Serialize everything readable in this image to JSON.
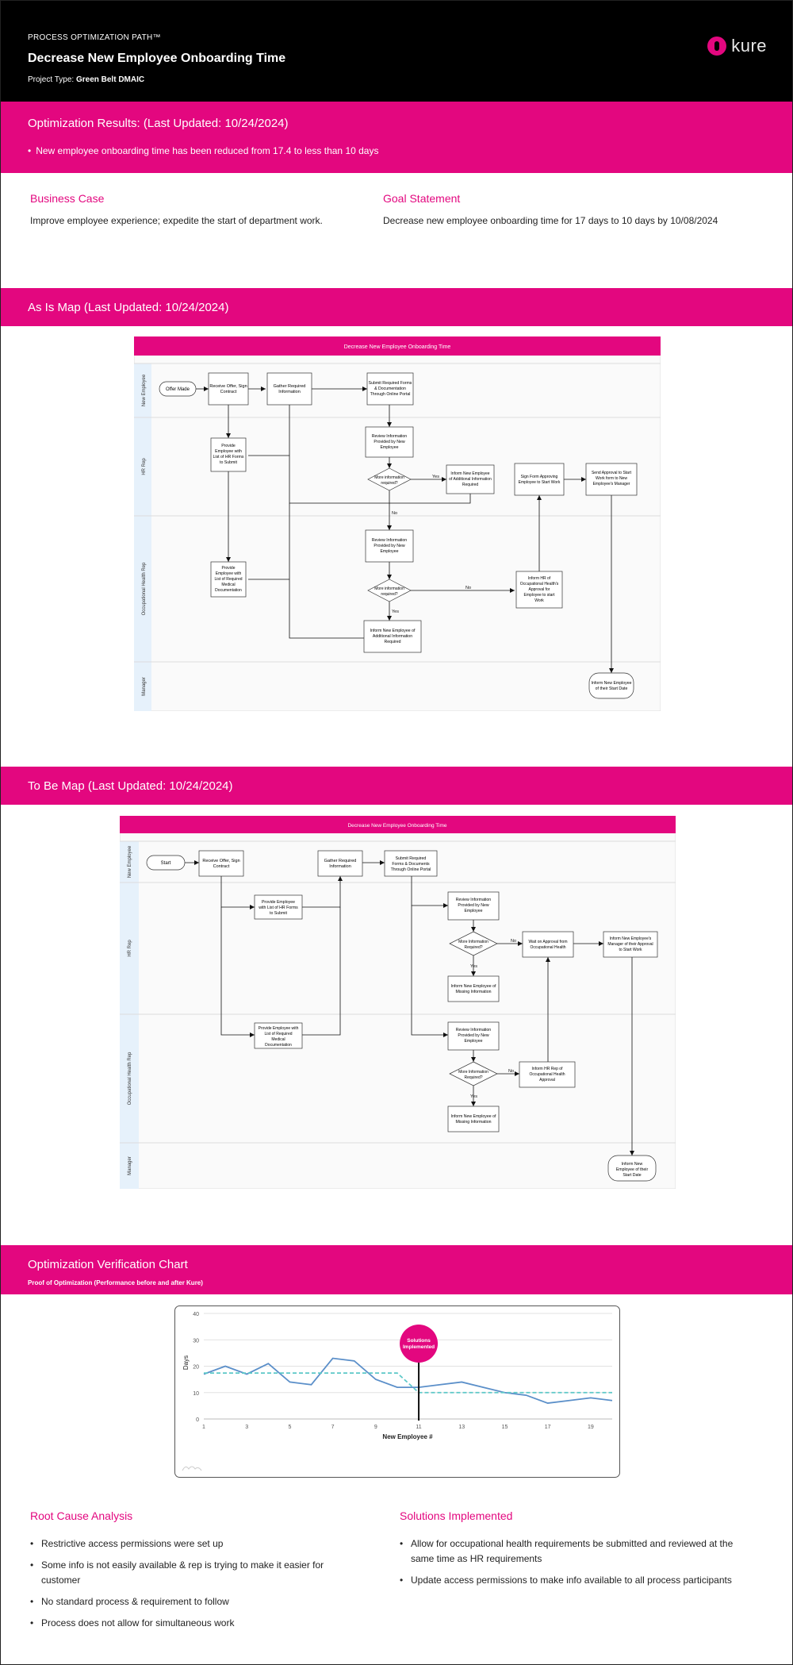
{
  "header": {
    "kicker": "PROCESS OPTIMIZATION PATH™",
    "title": "Decrease New Employee Onboarding Time",
    "project_type_label": "Project Type:",
    "project_type_value": "Green Belt DMAIC",
    "logo_text": "kure"
  },
  "results": {
    "title": "Optimization Results: (Last Updated: 10/24/2024)",
    "item": "New employee onboarding time has been reduced from 17.4 to less than 10 days"
  },
  "business_case": {
    "title": "Business Case",
    "text": "Improve employee experience; expedite the start of department work."
  },
  "goal_statement": {
    "title": "Goal Statement",
    "text": "Decrease new employee onboarding time for 17 days to 10 days by 10/08/2024"
  },
  "as_is": {
    "section_title": "As Is Map (Last Updated: 10/24/2024)",
    "map_title": "Decrease New Employee Onboarding Time",
    "lanes": [
      "New Employee",
      "HR Rep",
      "Occupational Health Rep",
      "Manager"
    ],
    "nodes": {
      "offer": "Offer Made",
      "receive": [
        "Receive Offer, Sign",
        "Contract"
      ],
      "gather": [
        "Gather Required",
        "Information"
      ],
      "submit": [
        "Submit Required Forms",
        "& Documentation",
        "Through Online Portal"
      ],
      "hr_forms": [
        "Provide",
        "Employee with",
        "List of HR Forms",
        "to Submit"
      ],
      "hr_review": [
        "Review Information",
        "Provided by New",
        "Employee"
      ],
      "hr_more": [
        "More information",
        "required?"
      ],
      "hr_inform": [
        "Inform New Employee",
        "of Additional Information",
        "Required"
      ],
      "sign_form": [
        "Sign Form Approving",
        "Employee to Start Work"
      ],
      "send_approval": [
        "Send Approval to Start",
        "Work form to New",
        "Employee's Manager"
      ],
      "oh_list": [
        "Provide",
        "Employee with",
        "List of Required",
        "Medical",
        "Documentation"
      ],
      "oh_review": [
        "Review Information",
        "Provided by New",
        "Employee"
      ],
      "oh_more": [
        "More information",
        "required?"
      ],
      "oh_inform_hr": [
        "Inform HR of",
        "Occupational Health's",
        "Approval for",
        "Employee to start",
        "Work"
      ],
      "oh_inform": [
        "Inform New Employee of",
        "Additional Information",
        "Required"
      ],
      "mgr_inform": [
        "Inform New Employee",
        "of their Start Date"
      ]
    },
    "labels": {
      "yes": "Yes",
      "no": "No"
    }
  },
  "to_be": {
    "section_title": "To Be Map (Last Updated: 10/24/2024)",
    "map_title": "Decrease New Employee Onboarding Time",
    "lanes": [
      "New Employee",
      "HR Rep",
      "Occupational Health Rep",
      "Manager"
    ],
    "nodes": {
      "start": "Start",
      "receive": [
        "Receive Offer, Sign",
        "Contract"
      ],
      "gather": [
        "Gather Required",
        "Information"
      ],
      "submit": [
        "Submit Required",
        "Forms & Documents",
        "Through Online Portal"
      ],
      "hr_forms": [
        "Provide Employee",
        "with List of HR Forms",
        "to Submit"
      ],
      "hr_review": [
        "Review Information",
        "Provided by New",
        "Employee"
      ],
      "hr_more": [
        "More Information",
        "Required?"
      ],
      "hr_wait": [
        "Wait on Approval from",
        "Occupational Health"
      ],
      "hr_inform_mgr": [
        "Inform New Employee's",
        "Manager of their Approval",
        "to Start Work"
      ],
      "hr_inform": [
        "Inform New Employee of",
        "Missing Information"
      ],
      "oh_list": [
        "Provide Employee with",
        "List of Required",
        "Medical",
        "Documentation"
      ],
      "oh_review": [
        "Review Information",
        "Provided by New",
        "Employee"
      ],
      "oh_more": [
        "More Information",
        "Required?"
      ],
      "oh_inform_hr": [
        "Inform HR Rep of",
        "Occupational Health",
        "Approval"
      ],
      "oh_inform": [
        "Inform New Employee of",
        "Missing Information"
      ],
      "mgr_inform": [
        "Inform New",
        "Employee of their",
        "Start Date"
      ]
    },
    "labels": {
      "yes": "Yes",
      "no": "No"
    }
  },
  "verification": {
    "title": "Optimization Verification Chart",
    "subtitle": "Proof of Optimization (Performance before and after Kure)"
  },
  "chart_data": {
    "type": "line",
    "xlabel": "New Employee #",
    "ylabel": "Days",
    "ylim": [
      0,
      40
    ],
    "yticks": [
      0,
      10,
      20,
      30,
      40
    ],
    "xlim": [
      1,
      20
    ],
    "xticks": [
      1,
      3,
      5,
      7,
      9,
      11,
      13,
      15,
      17,
      19
    ],
    "grid": true,
    "annotation": {
      "x": 11,
      "label_line1": "Solutions",
      "label_line2": "Implemented"
    },
    "series": [
      {
        "style": "solid",
        "color": "#5b8fc9",
        "x": [
          1,
          2,
          3,
          4,
          5,
          6,
          7,
          8,
          9,
          10,
          11,
          12,
          13,
          14,
          15,
          16,
          17,
          18,
          19,
          20
        ],
        "values": [
          17,
          20,
          17,
          21,
          14,
          13,
          23,
          22,
          15,
          12,
          12,
          13,
          14,
          12,
          10,
          9,
          6,
          7,
          8,
          7
        ]
      },
      {
        "style": "dashed",
        "color": "#5cc8c8",
        "x": [
          1,
          2,
          3,
          4,
          5,
          6,
          7,
          8,
          9,
          10,
          11,
          12,
          13,
          14,
          15,
          16,
          17,
          18,
          19,
          20
        ],
        "values": [
          17.4,
          17.4,
          17.4,
          17.4,
          17.4,
          17.4,
          17.4,
          17.4,
          17.4,
          17.4,
          10,
          10,
          10,
          10,
          10,
          10,
          10,
          10,
          10,
          10
        ]
      }
    ]
  },
  "root_cause": {
    "title": "Root Cause Analysis",
    "items": [
      "Restrictive access permissions were set up",
      "Some info is not easily available & rep is trying to make it easier for customer",
      "No standard process & requirement to follow",
      "Process does not allow for simultaneous work"
    ]
  },
  "solutions": {
    "title": "Solutions Implemented",
    "items": [
      "Allow for occupational health requirements be submitted and reviewed at the same time as HR requirements",
      "Update access permissions to make info available to all process participants"
    ]
  },
  "colors": {
    "brand": "#e3077f",
    "header_bg": "#000000",
    "lane_label_bg": "#e6f1fb"
  }
}
